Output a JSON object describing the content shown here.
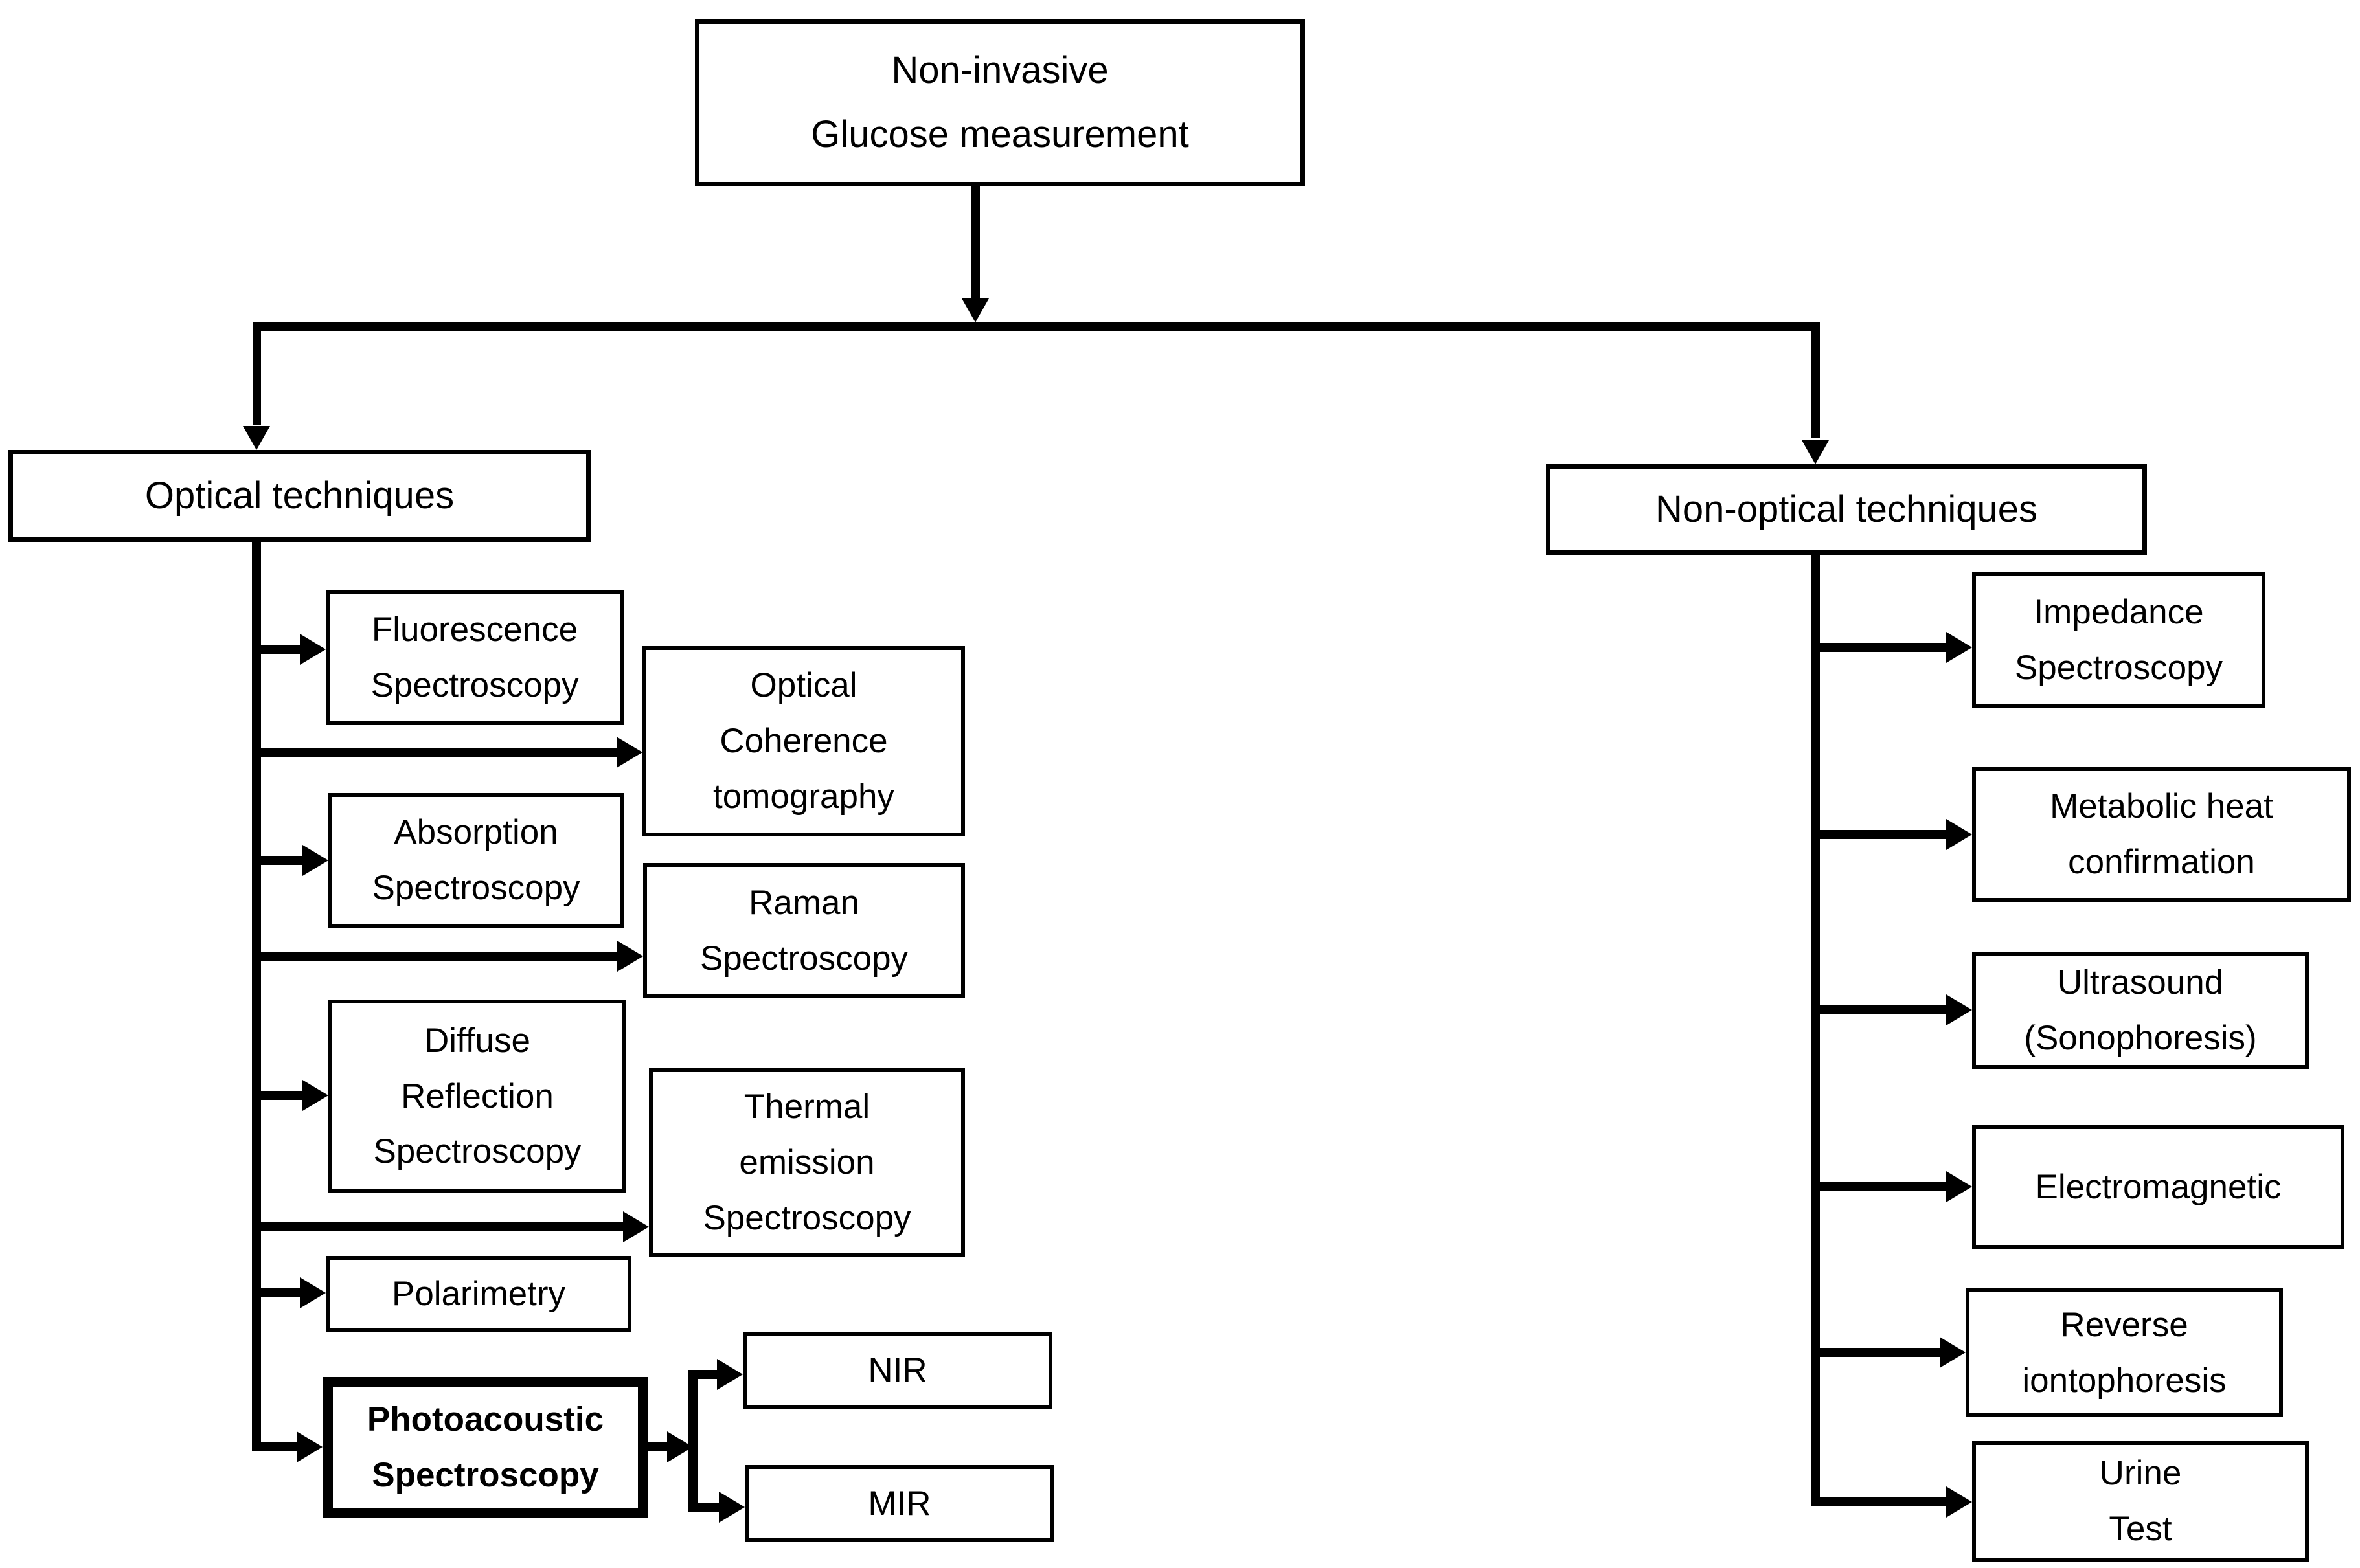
{
  "meta": {
    "background": "#ffffff",
    "line_color": "#000000",
    "text_color": "#000000"
  },
  "nodes": {
    "root": {
      "label": "Non-invasive\nGlucose measurement"
    },
    "optical": {
      "label": "Optical techniques"
    },
    "non_optical": {
      "label": "Non-optical techniques"
    },
    "fluorescence": {
      "label": "Fluorescence\nSpectroscopy"
    },
    "oct": {
      "label": "Optical\nCoherence\ntomography"
    },
    "absorption": {
      "label": "Absorption\nSpectroscopy"
    },
    "raman": {
      "label": "Raman\nSpectroscopy"
    },
    "diffuse": {
      "label": "Diffuse\nReflection\nSpectroscopy"
    },
    "thermal": {
      "label": "Thermal\nemission\nSpectroscopy"
    },
    "polarimetry": {
      "label": "Polarimetry"
    },
    "photoacoustic": {
      "label": "Photoacoustic\nSpectroscopy"
    },
    "nir": {
      "label": "NIR"
    },
    "mir": {
      "label": "MIR"
    },
    "impedance": {
      "label": "Impedance\nSpectroscopy"
    },
    "metabolic": {
      "label": "Metabolic heat\nconfirmation"
    },
    "ultrasound": {
      "label": "Ultrasound\n(Sonophoresis)"
    },
    "electromagnetic": {
      "label": "Electromagnetic"
    },
    "reverse_iontophoresis": {
      "label": "Reverse\niontophoresis"
    },
    "urine_test": {
      "label": "Urine\nTest"
    }
  },
  "hierarchy": {
    "root": "Non-invasive Glucose measurement",
    "children": [
      {
        "label": "Optical techniques",
        "children": [
          "Fluorescence Spectroscopy",
          "Optical Coherence tomography",
          "Absorption Spectroscopy",
          "Raman Spectroscopy",
          "Diffuse Reflection Spectroscopy",
          "Thermal emission Spectroscopy",
          "Polarimetry",
          {
            "label": "Photoacoustic Spectroscopy",
            "children": [
              "NIR",
              "MIR"
            ]
          }
        ]
      },
      {
        "label": "Non-optical techniques",
        "children": [
          "Impedance Spectroscopy",
          "Metabolic heat confirmation",
          "Ultrasound (Sonophoresis)",
          "Electromagnetic",
          "Reverse iontophoresis",
          "Urine Test"
        ]
      }
    ]
  }
}
